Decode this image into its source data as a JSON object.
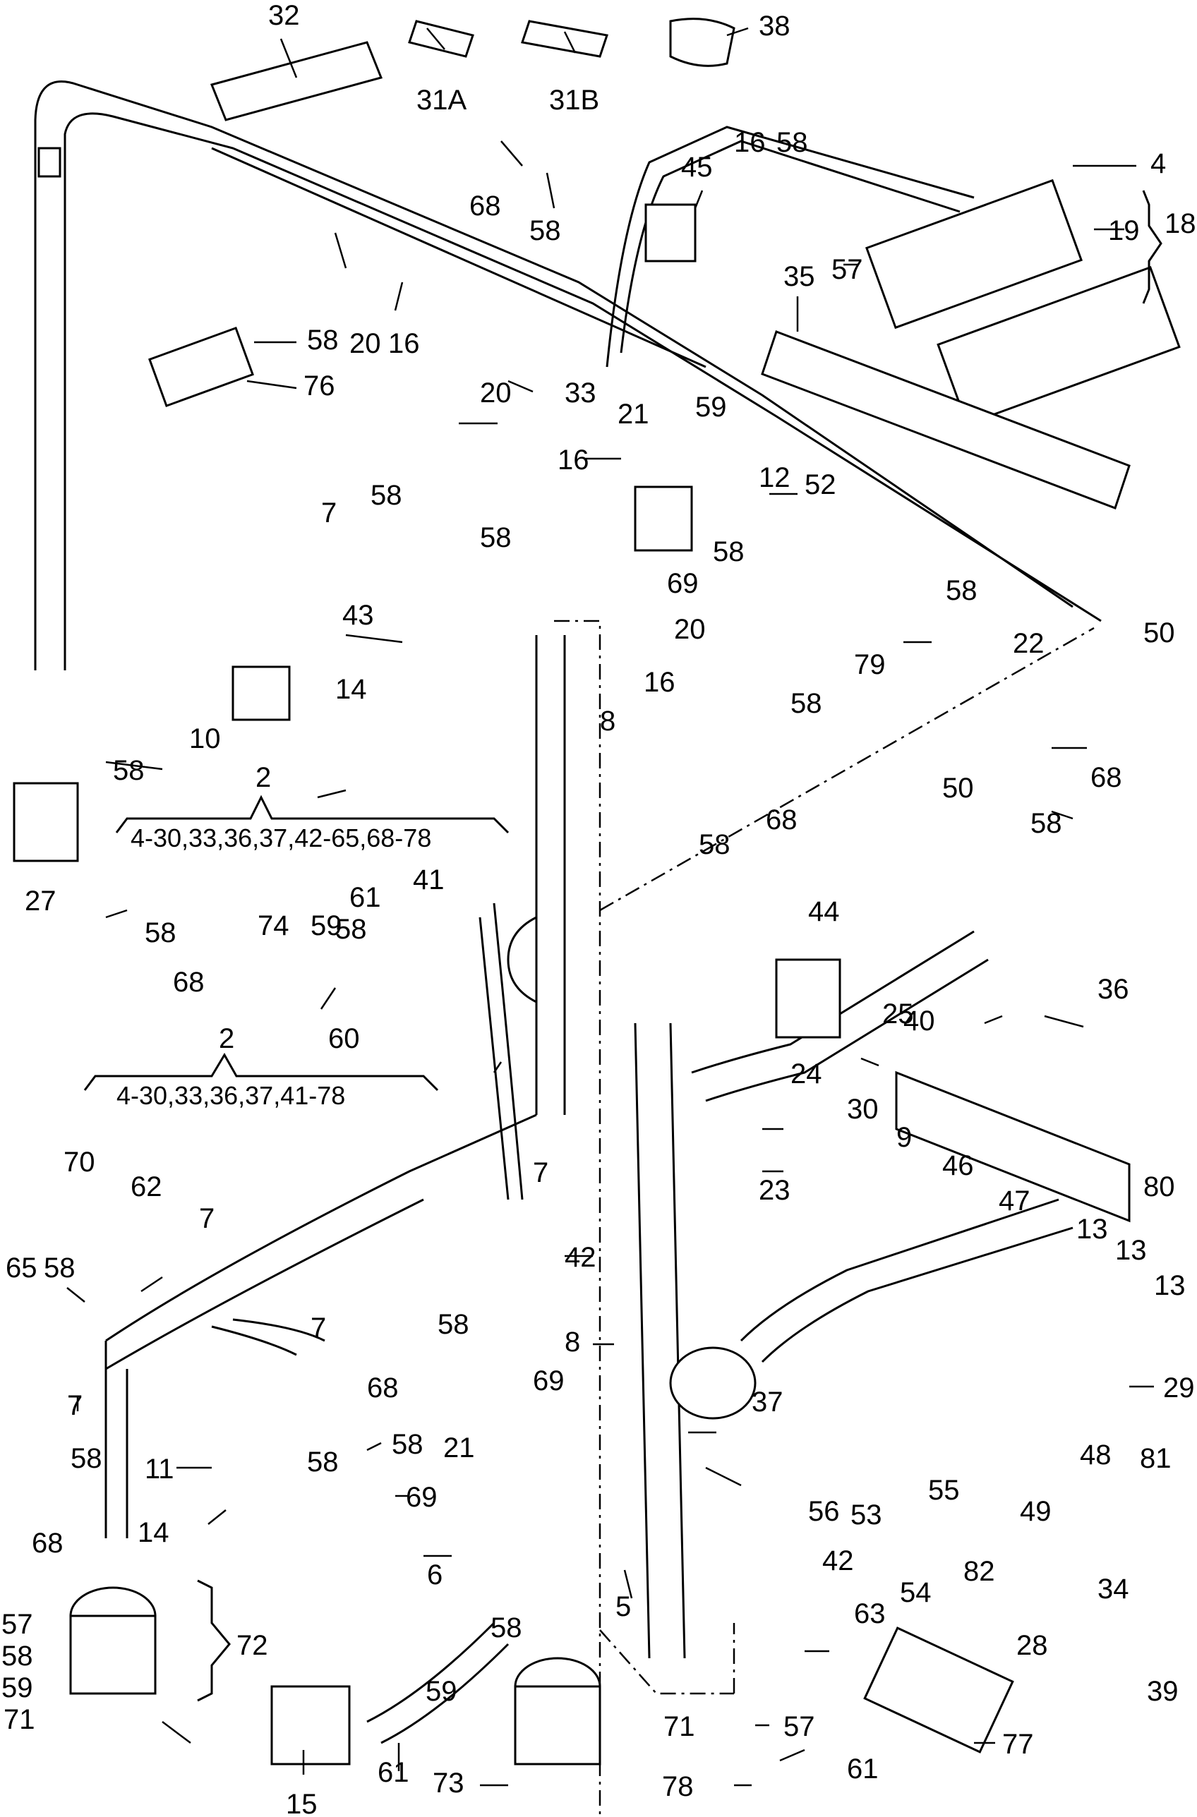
{
  "callouts": {
    "c2a": "2",
    "c2b": "2",
    "r2a": "4-30,33,36,37,42-65,68-78",
    "r2b": "4-30,33,36,37,41-78",
    "c4": "4",
    "c5": "5",
    "c6": "6",
    "c7a": "7",
    "c7b": "7",
    "c7c": "7",
    "c7d": "7",
    "c7e": "7",
    "c8a": "8",
    "c8b": "8",
    "c9": "9",
    "c10": "10",
    "c11": "11",
    "c12": "12",
    "c13a": "13",
    "c13b": "13",
    "c13c": "13",
    "c14a": "14",
    "c14b": "14",
    "c15": "15",
    "c16a": "16",
    "c16b": "16",
    "c16c": "16",
    "c16d": "16",
    "c18": "18",
    "c19": "19",
    "c20a": "20",
    "c20b": "20",
    "c20c": "20",
    "c21a": "21",
    "c21b": "21",
    "c22": "22",
    "c23": "23",
    "c24": "24",
    "c25": "25",
    "c27": "27",
    "c28": "28",
    "c29": "29",
    "c30": "30",
    "c31a": "31A",
    "c31b": "31B",
    "c32": "32",
    "c33": "33",
    "c34": "34",
    "c35": "35",
    "c36": "36",
    "c37": "37",
    "c38": "38",
    "c39": "39",
    "c40": "40",
    "c41": "41",
    "c42a": "42",
    "c42b": "42",
    "c43": "43",
    "c44": "44",
    "c45": "45",
    "c46": "46",
    "c47": "47",
    "c48": "48",
    "c49": "49",
    "c50a": "50",
    "c50b": "50",
    "c52": "52",
    "c53": "53",
    "c54": "54",
    "c55": "55",
    "c56": "56",
    "c57a": "57",
    "c57b": "57",
    "c57c": "57",
    "c58a": "58",
    "c58b": "58",
    "c58c": "58",
    "c58d": "58",
    "c58e": "58",
    "c58f": "58",
    "c58g": "58",
    "c58h": "58",
    "c58i": "58",
    "c58j": "58",
    "c58k": "58",
    "c58l": "58",
    "c58m": "58",
    "c58n": "58",
    "c58o": "58",
    "c58p": "58",
    "c58q": "58",
    "c59a": "59",
    "c59b": "59",
    "c59c": "59",
    "c59d": "59",
    "c60": "60",
    "c61a": "61",
    "c61b": "61",
    "c61c": "61",
    "c62": "62",
    "c63": "63",
    "c65": "65",
    "c68a": "68",
    "c68b": "68",
    "c68c": "68",
    "c68d": "68",
    "c68e": "68",
    "c68f": "68",
    "c69a": "69",
    "c69b": "69",
    "c69c": "69",
    "c70": "70",
    "c71a": "71",
    "c71b": "71",
    "c72": "72",
    "c73": "73",
    "c74": "74",
    "c76": "76",
    "c77": "77",
    "c78": "78",
    "c79": "79",
    "c80": "80",
    "c81": "81",
    "c82": "82"
  }
}
